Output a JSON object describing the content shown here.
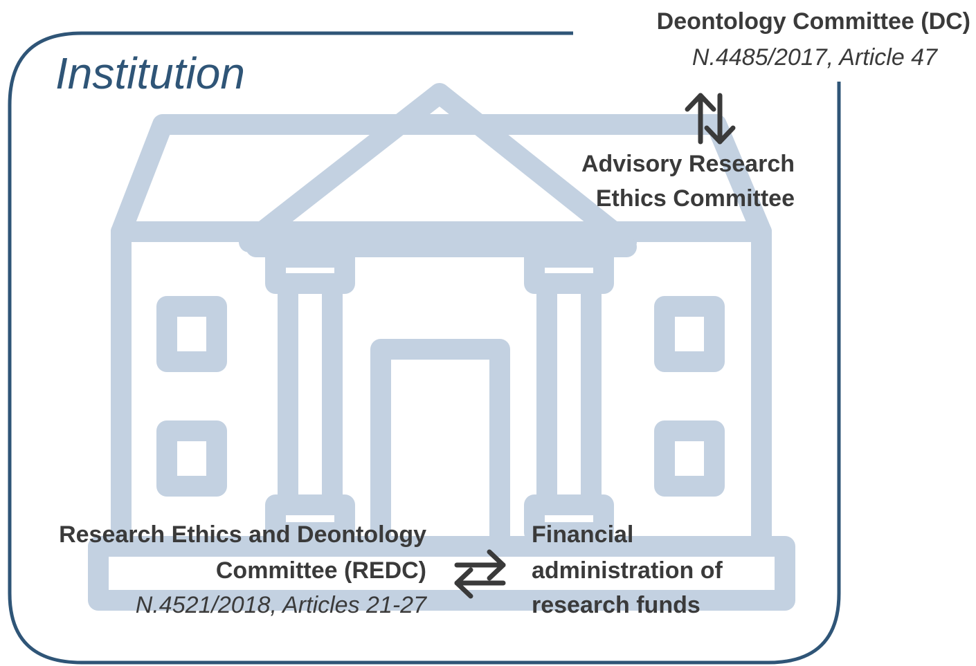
{
  "institution": {
    "label": "Institution"
  },
  "dc": {
    "title": "Deontology Committee (DC)",
    "law": "N.4485/2017, Article 47"
  },
  "arec": {
    "line1": "Advisory Research",
    "line2": "Ethics Committee"
  },
  "redc": {
    "line1": "Research Ethics and Deontology",
    "line2": "Committee (REDC)",
    "law": "N.4521/2018, Articles 21-27"
  },
  "finance": {
    "line1": "Financial",
    "line2": "administration of",
    "line3": "research funds"
  },
  "icons": {
    "building": "building-icon",
    "vertical_arrows": "up-down-arrows-icon",
    "horizontal_arrows": "left-right-arrows-icon"
  },
  "colors": {
    "frame": "#2f5577",
    "building": "#c3d1e1",
    "text": "#3a3a3a",
    "label": "#2f5577"
  }
}
